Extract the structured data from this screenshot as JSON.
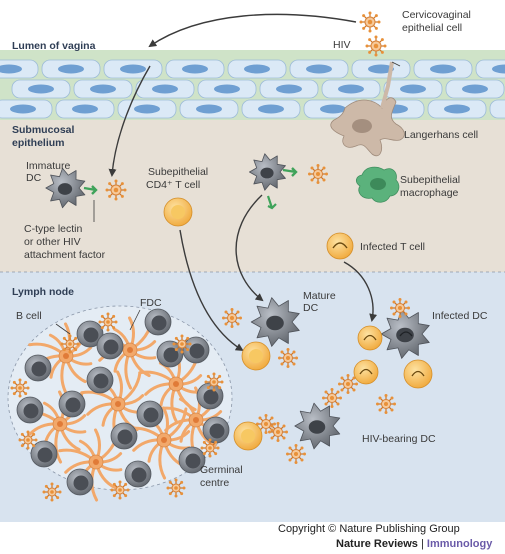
{
  "regions": {
    "lumen": "Lumen of vagina",
    "submucosal_line1": "Submucosal",
    "submucosal_line2": "epithelium",
    "lymph": "Lymph node"
  },
  "labels": {
    "hiv": "HIV",
    "epithelial_line1": "Cervicovaginal",
    "epithelial_line2": "epithelial cell",
    "langerhans": "Langerhans cell",
    "immature_line1": "Immature",
    "immature_line2": "DC",
    "lectin_line1": "C-type lectin",
    "lectin_line2": "or other HIV",
    "lectin_line3": "attachment factor",
    "cd4_line1": "Subepithelial",
    "cd4_line2": "CD4⁺ T cell",
    "macro_line1": "Subepithelial",
    "macro_line2": "macrophage",
    "infected_t": "Infected T cell",
    "b_cell": "B cell",
    "fdc": "FDC",
    "mature_line1": "Mature",
    "mature_line2": "DC",
    "infected_dc": "Infected DC",
    "hiv_bearing_dc": "HIV-bearing DC",
    "germinal_line1": "Germinal",
    "germinal_line2": "centre"
  },
  "footer": {
    "copyright": "Copyright ©",
    "publisher": "Nature Publishing Group",
    "journal": "Nature Reviews",
    "separator": "|",
    "section": "Immunology"
  },
  "colors": {
    "lumen_bg": "#ffffff",
    "epithelium_band": "#cfe3c8",
    "epithelial_cell": "#dbe9f6",
    "epithelial_nucleus": "#6f9fd2",
    "submucosa_bg": "#e7e0d6",
    "lymph_bg": "#d8e3ef",
    "dc_gray": "#6b7077",
    "t_cell_orange": "#f3b648",
    "fdc_orange": "#f2a86a",
    "virus_orange": "#e8913a",
    "macrophage_green": "#5bb27c",
    "langerhans_tan": "#cdb9a8",
    "arrow": "#3b3b3b"
  }
}
